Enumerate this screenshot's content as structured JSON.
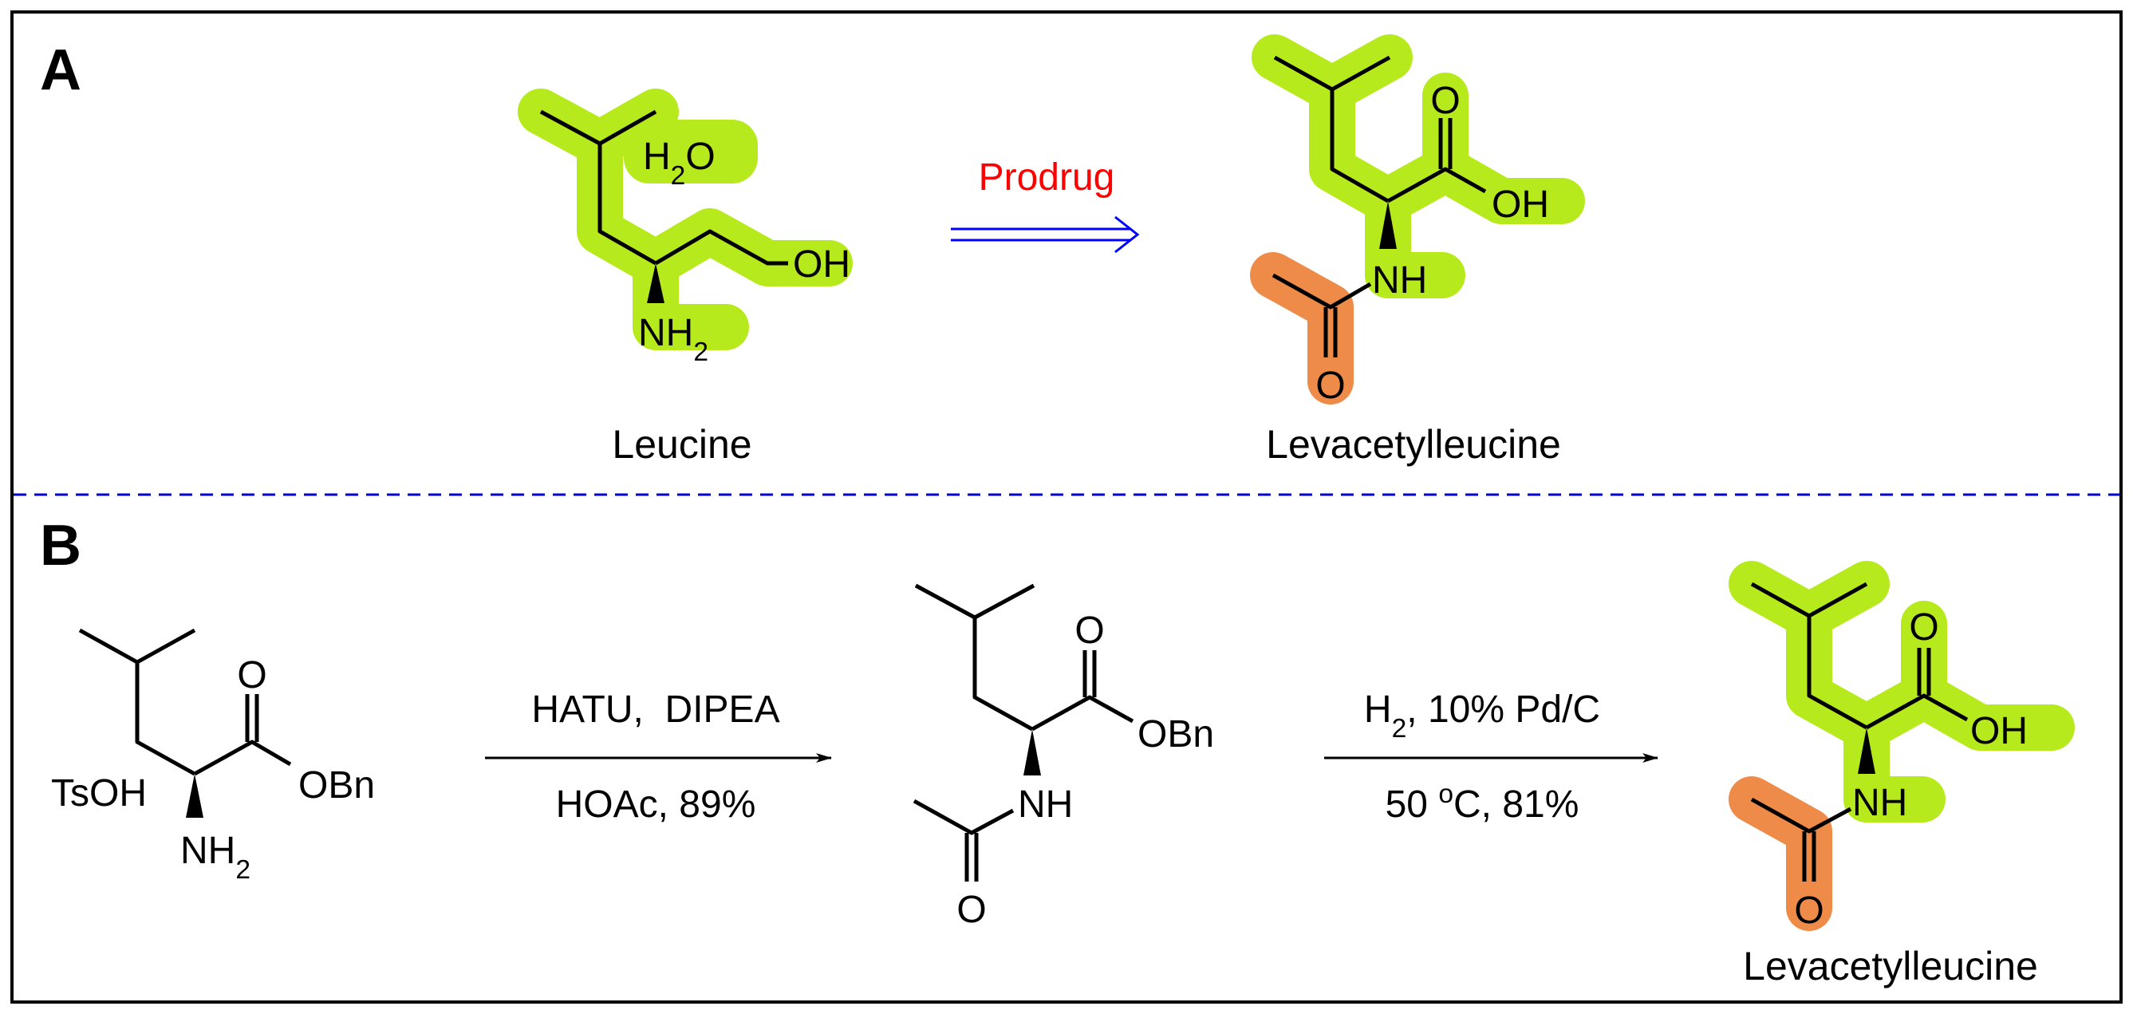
{
  "panels": {
    "a_label": "A",
    "b_label": "B"
  },
  "panel_a": {
    "leucine": {
      "name": "Leucine",
      "water": "H2O",
      "oh": "OH",
      "nh2": "NH2"
    },
    "arrow_label": "Prodrug",
    "product": {
      "name": "Levacetylleucine",
      "o_top": "O",
      "oh": "OH",
      "nh": "NH",
      "o_bottom": "O"
    }
  },
  "panel_b": {
    "start": {
      "tsoh": "TsOH",
      "o": "O",
      "obn": "OBn",
      "nh2": "NH2"
    },
    "step1": {
      "reagents_top": "HATU,  DIPEA",
      "reagents_bottom": "HOAc, 89%"
    },
    "intermediate": {
      "o_top": "O",
      "obn": "OBn",
      "nh": "NH",
      "o_bottom": "O"
    },
    "step2": {
      "reagents_top": "H2, 10% Pd/C",
      "reagents_bottom": "50 oC, 81%"
    },
    "product": {
      "name": "Levacetylleucine",
      "o_top": "O",
      "oh": "OH",
      "nh": "NH",
      "o_bottom": "O"
    }
  },
  "colors": {
    "green_highlight": "#b6ea1c",
    "orange_highlight": "#ee8b48",
    "arrow_label": "#ff0000",
    "prodrug_arrow": "#0000ff",
    "divider": "#0000cc"
  }
}
